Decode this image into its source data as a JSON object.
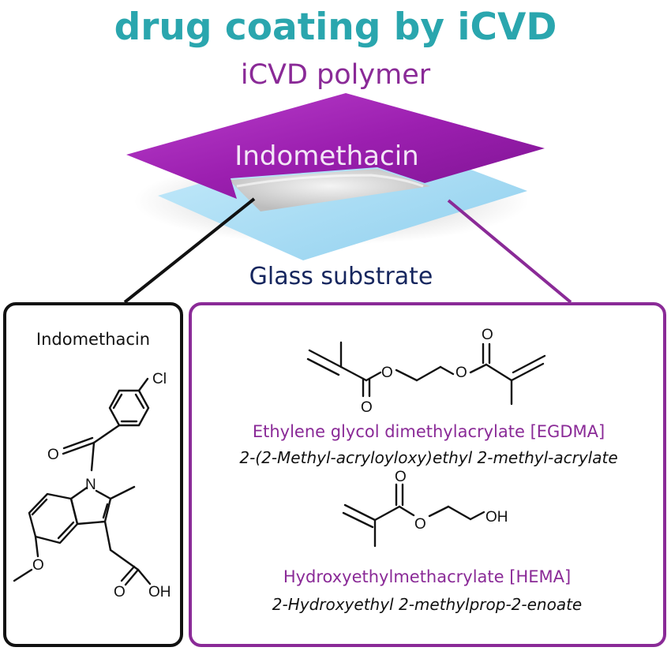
{
  "header": {
    "title": "drug coating by iCVD",
    "subtitle": "iCVD polymer"
  },
  "stack": {
    "drug_layer_label": "Indomethacin",
    "substrate_label": "Glass substrate"
  },
  "left_panel": {
    "title": "Indomethacin",
    "atoms": {
      "cl": "Cl",
      "n": "N",
      "o_ketone": "O",
      "o_methoxy": "O",
      "o_acid": "O",
      "oh": "OH"
    }
  },
  "right_panel": {
    "egdma": {
      "name": "Ethylene glycol dimethylacrylate [EGDMA]",
      "iupac": "2-(2-Methyl-acryloyloxy)ethyl 2-methyl-acrylate",
      "atoms": {
        "o1": "O",
        "o2": "O",
        "o3": "O",
        "o4": "O"
      }
    },
    "hema": {
      "name": "Hydroxyethylmethacrylate [HEMA]",
      "iupac": "2-Hydroxyethyl 2-methylprop-2-enoate",
      "atoms": {
        "o1": "O",
        "o2": "O",
        "oh": "OH"
      }
    }
  },
  "colors": {
    "title": "#2aa6ae",
    "purple": "#8a2a97",
    "polymer": "#9e22b0",
    "glass": "#a9ddf4",
    "substrate_text": "#16265e"
  }
}
